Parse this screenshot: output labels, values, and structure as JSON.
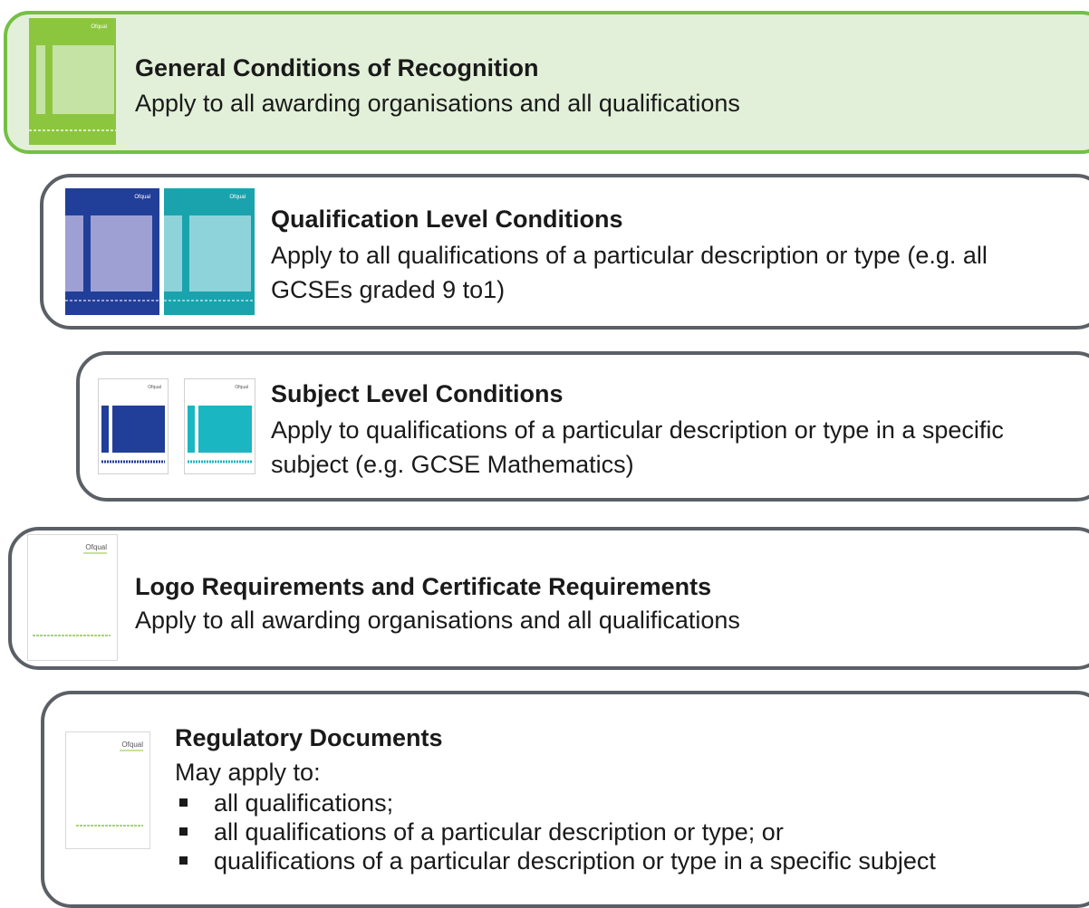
{
  "brand_label": "Ofqual",
  "colors": {
    "green_fill": "#e2f0d9",
    "green_border": "#74c043",
    "grey_border": "#5b5f66",
    "dark_blue": "#213f98",
    "teal": "#1aa3ad"
  },
  "sections": {
    "general": {
      "title": "General Conditions of Recognition",
      "description": "Apply to all awarding organisations and all qualifications"
    },
    "qualification": {
      "title": "Qualification Level Conditions",
      "description": "Apply to all qualifications of a particular description or type (e.g. all GCSEs graded 9 to1)"
    },
    "subject": {
      "title": "Subject Level Conditions",
      "description": "Apply to qualifications of a particular description or type in a specific subject (e.g. GCSE Mathematics)"
    },
    "logo": {
      "title": "Logo Requirements and Certificate Requirements",
      "description": "Apply to all awarding organisations and all qualifications"
    },
    "regulatory": {
      "title": "Regulatory Documents",
      "intro": "May apply to:",
      "bullets": [
        "all qualifications;",
        "all qualifications of a particular description or type; or",
        "qualifications of a particular description or type in a specific subject"
      ]
    }
  }
}
